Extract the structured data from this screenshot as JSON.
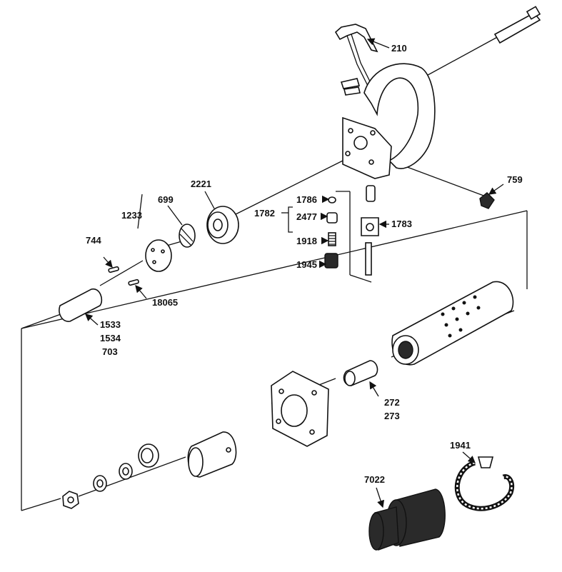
{
  "labels": {
    "p210": "210",
    "p759": "759",
    "p2221": "2221",
    "p699": "699",
    "p1233": "1233",
    "p744": "744",
    "p18065": "18065",
    "p1533": "1533",
    "p1534": "1534",
    "p703": "703",
    "p1782": "1782",
    "p1786": "1786",
    "p2477": "2477",
    "p1918": "1918",
    "p1945": "1945",
    "p1783": "1783",
    "p272": "272",
    "p273": "273",
    "p1941": "1941",
    "p7022": "7022"
  }
}
